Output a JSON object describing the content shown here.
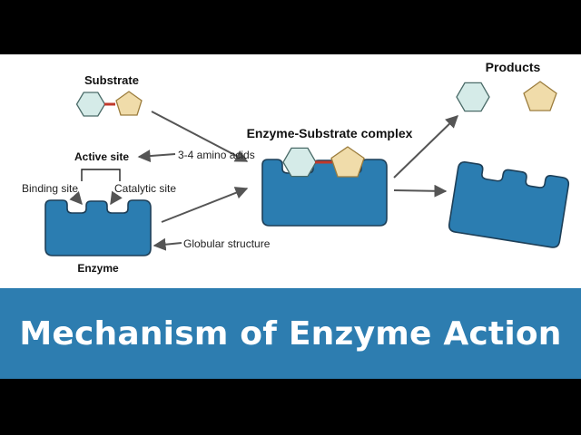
{
  "colors": {
    "enzyme": "#2b7db1",
    "enzyme_stroke": "#1d3f58",
    "hexagon_fill": "#d5ebe8",
    "hexagon_stroke": "#4a6b68",
    "pentagon_fill": "#f0dcaa",
    "pentagon_stroke": "#9c7d3d",
    "bond": "#c0392b",
    "arrow": "#555555",
    "banner": "#2d7db0",
    "banner_text": "#ffffff"
  },
  "icons": [
    "hexagon-shape",
    "pentagon-shape",
    "enzyme-shape",
    "arrow"
  ],
  "labels": {
    "substrate": "Substrate",
    "active_site": "Active site",
    "amino_acids": "3-4 amino acids",
    "binding_site": "Binding site",
    "catalytic_site": "Catalytic site",
    "enzyme": "Enzyme",
    "globular_structure": "Globular structure",
    "complex": "Enzyme-Substrate complex",
    "products": "Products"
  },
  "title": "Mechanism of Enzyme Action"
}
